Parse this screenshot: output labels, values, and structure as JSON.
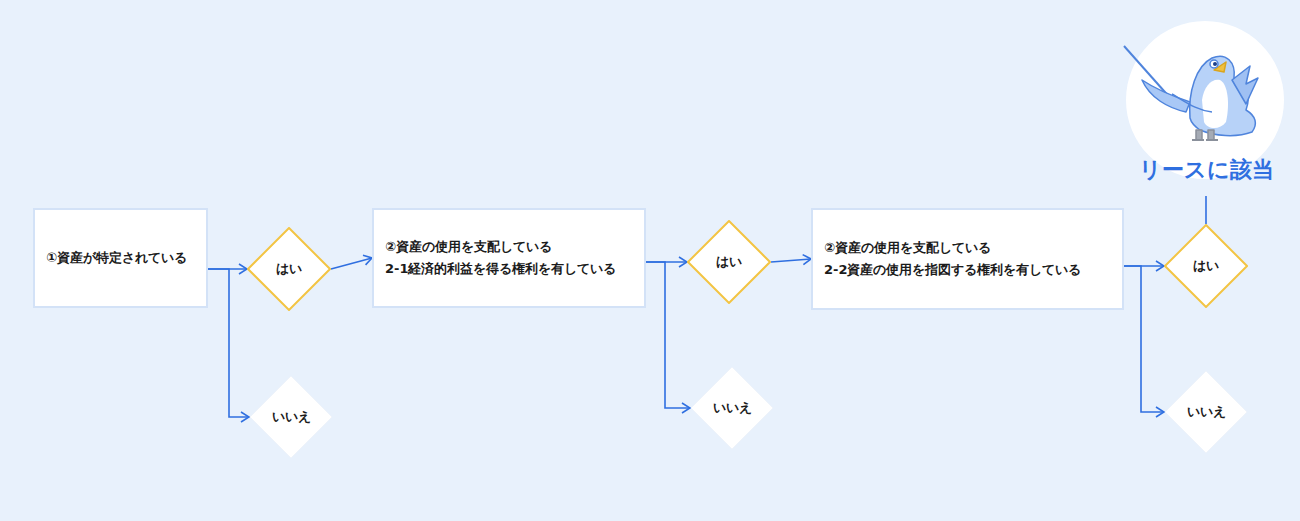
{
  "diagram": {
    "nodes": [
      {
        "text": [
          "①資産が特定されている"
        ]
      },
      {
        "text": [
          "はい"
        ]
      },
      {
        "text": [
          "いいえ"
        ]
      },
      {
        "text": [
          "②資産の使用を支配している",
          "2-1経済的利益を得る権利を有している"
        ]
      },
      {
        "text": [
          "はい"
        ]
      },
      {
        "text": [
          "いいえ"
        ]
      },
      {
        "text": [
          "②資産の使用を支配している",
          "2-2資産の使用を指図する権利を有している"
        ]
      },
      {
        "text": [
          "はい"
        ]
      },
      {
        "text": [
          "いいえ"
        ]
      },
      {
        "text": [
          "リースに該当"
        ]
      }
    ],
    "edges": [
      {
        "from": 0,
        "to": 1,
        "arrow": "to"
      },
      {
        "from": 0,
        "to": 2,
        "arrow": "to"
      },
      {
        "from": 1,
        "to": 3,
        "arrow": "to"
      },
      {
        "from": 3,
        "to": 4,
        "arrow": "to"
      },
      {
        "from": 3,
        "to": 5,
        "arrow": "to"
      },
      {
        "from": 4,
        "to": 6,
        "arrow": "to"
      },
      {
        "from": 6,
        "to": 7,
        "arrow": "to"
      },
      {
        "from": 6,
        "to": 8,
        "arrow": "to"
      },
      {
        "from": 7,
        "to": 9,
        "arrow": "none"
      }
    ]
  }
}
